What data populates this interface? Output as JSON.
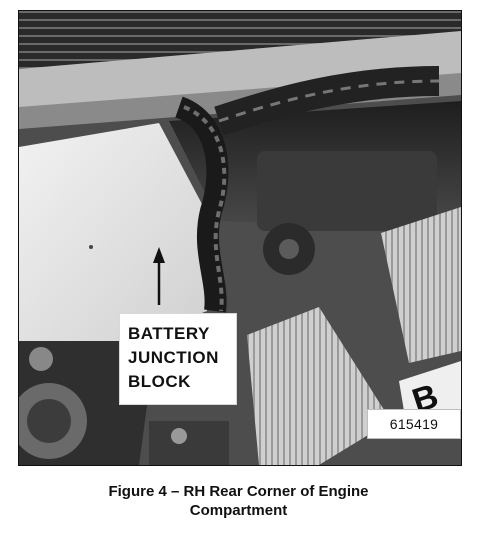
{
  "figure": {
    "callout": {
      "lines": [
        "BATTERY",
        "JUNCTION",
        "BLOCK"
      ]
    },
    "image_id": "615419",
    "caption": {
      "line1": "Figure 4 – RH Rear Corner of Engine",
      "line2": "Compartment"
    }
  }
}
